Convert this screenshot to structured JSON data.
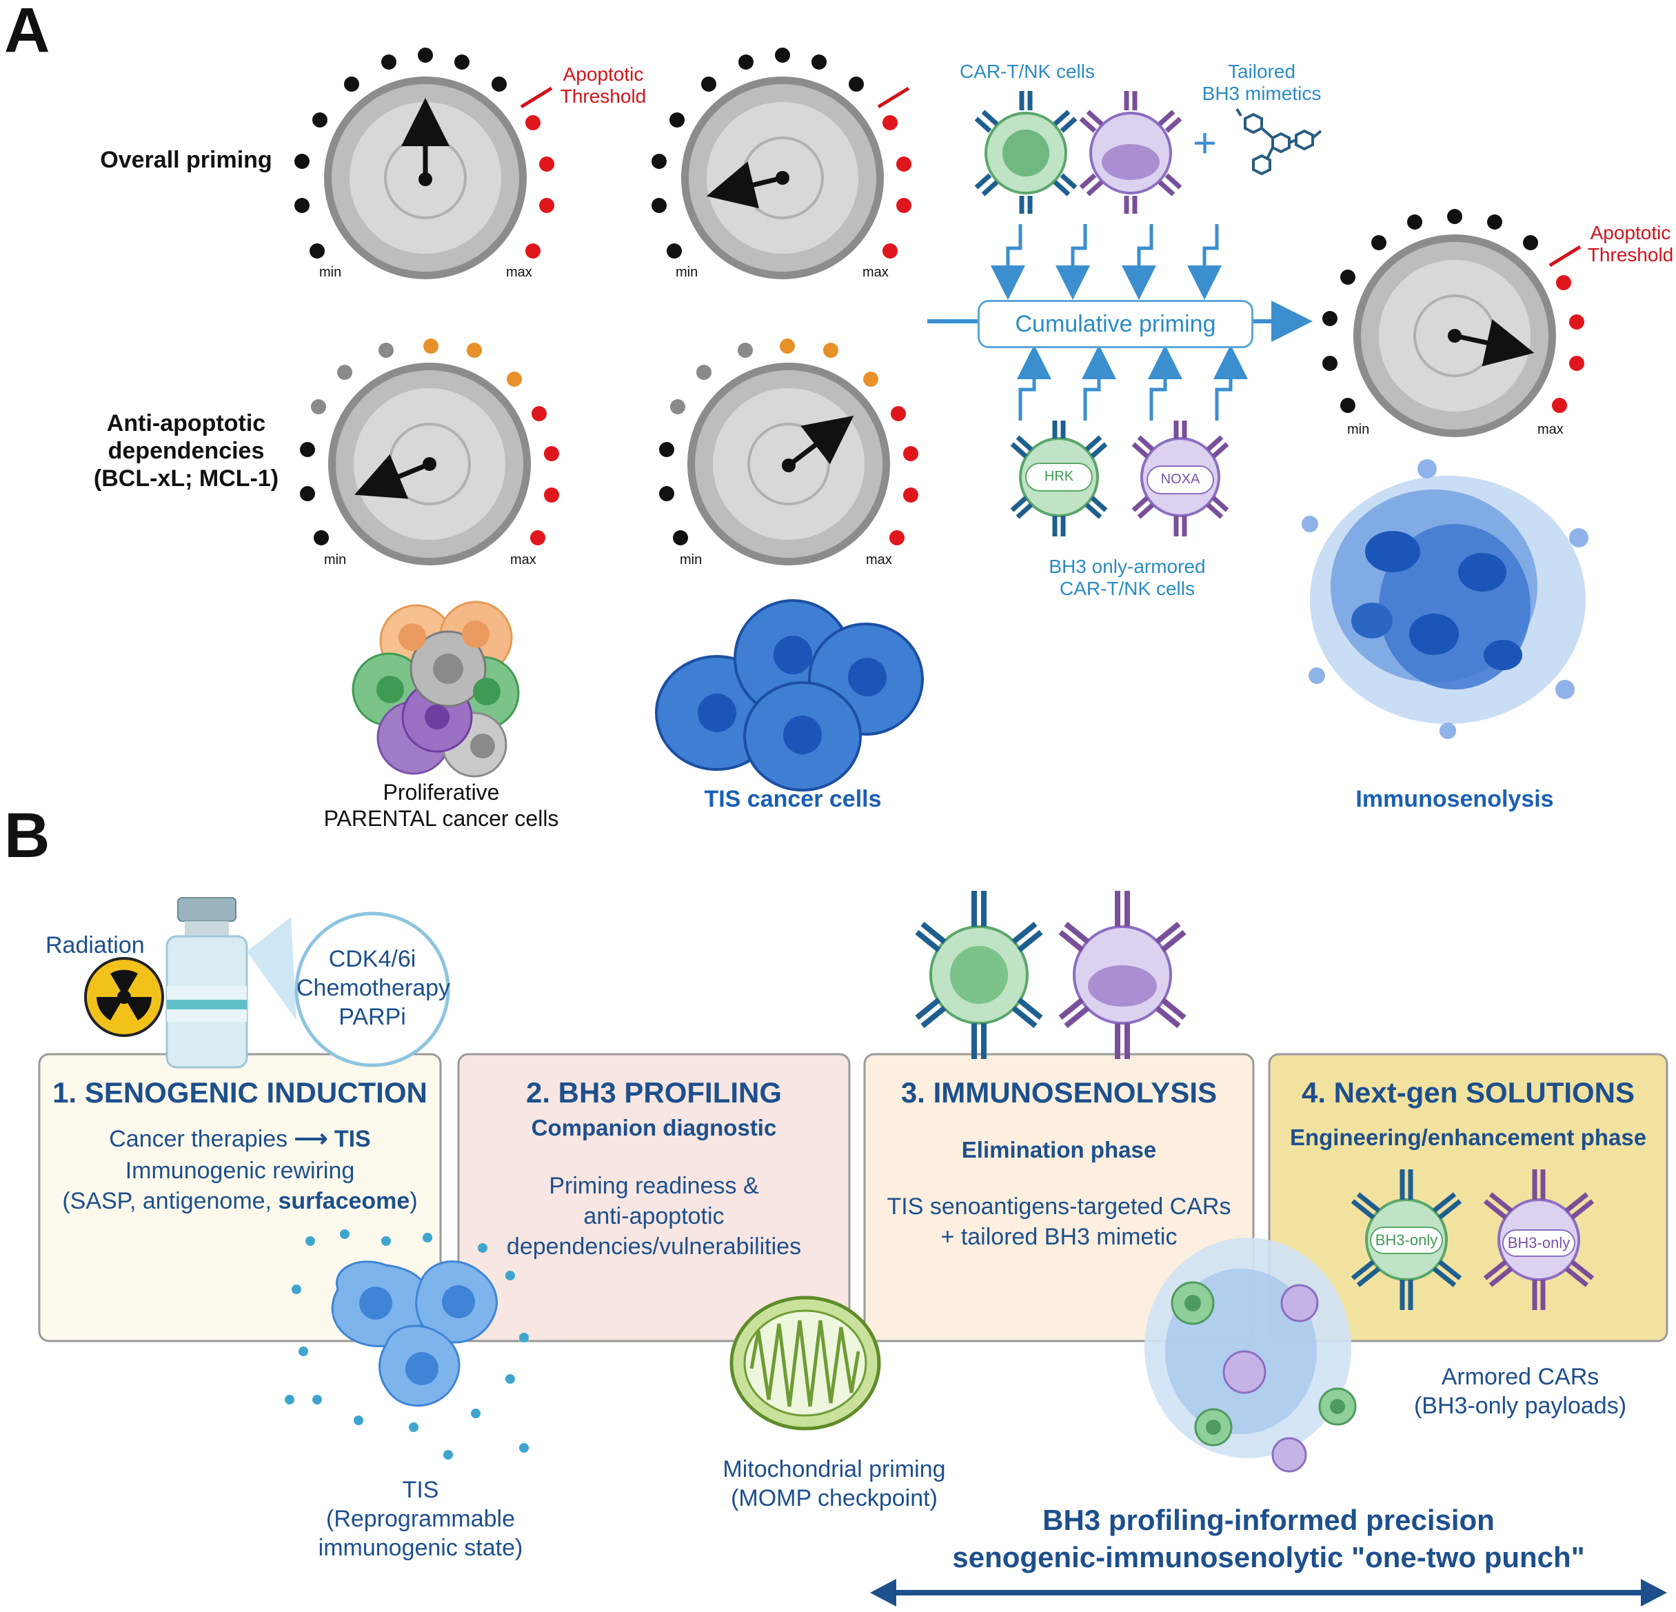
{
  "panelA": {
    "letter": "A",
    "row1_label": "Overall priming",
    "row2_label": [
      "Anti-apoptotic",
      "dependencies",
      "(BCL-xL; MCL-1)"
    ],
    "threshold_label": [
      "Apoptotic",
      "Threshold"
    ],
    "min_label": "min",
    "max_label": "max",
    "car_label": "CAR-T/NK cells",
    "mimetics_label": [
      "Tailored",
      "BH3 mimetics"
    ],
    "plus_sign": "+",
    "cumulative_label": "Cumulative priming",
    "hrk_label": "HRK",
    "noxa_label": "NOXA",
    "armored_label": [
      "BH3 only-armored",
      "CAR-T/NK cells"
    ],
    "parental_label": [
      "Proliferative",
      "PARENTAL cancer cells"
    ],
    "tis_label": "TIS cancer cells",
    "immuno_label": "Immunosenolysis"
  },
  "panelB": {
    "letter": "B",
    "radiation_label": "Radiation",
    "bubble_lines": [
      "CDK4/6i",
      "Chemotherapy",
      "PARPi"
    ],
    "stage1": {
      "title": "1. SENOGENIC INDUCTION",
      "therapies": "Cancer therapies",
      "tis": "TIS",
      "line2": "Immunogenic rewiring",
      "line3_pre": "(SASP, antigenome, ",
      "line3_bold": "surfaceome",
      "line3_post": ")"
    },
    "stage2": {
      "title": "2. BH3 PROFILING",
      "subtitle": "Companion diagnostic",
      "body": [
        "Priming readiness &",
        "anti-apoptotic",
        "dependencies/vulnerabilities"
      ]
    },
    "stage3": {
      "title": "3. IMMUNOSENOLYSIS",
      "subtitle": "Elimination phase",
      "body": [
        "TIS senoantigens-targeted CARs",
        "+ tailored BH3 mimetic"
      ]
    },
    "stage4": {
      "title": "4. Next-gen SOLUTIONS",
      "subtitle": "Engineering/enhancement phase",
      "bh3_green": "BH3-only",
      "bh3_purple": "BH3-only"
    },
    "tis_caption": [
      "TIS",
      "(Reprogrammable",
      "immunogenic state)"
    ],
    "mito_caption": [
      "Mitochondrial priming",
      "(MOMP checkpoint)"
    ],
    "armored_caption": [
      "Armored CARs",
      "(BH3-only payloads)"
    ],
    "final_text": [
      "BH3 profiling-informed precision",
      "senogenic-immunosenolytic \"one-two punch\""
    ]
  },
  "colors": {
    "dial_black": "#111111",
    "dial_red": "#e0161d",
    "dial_orange": "#e8902a",
    "dial_gray": "#8a8a8a",
    "accent_blue": "#2b8bc4",
    "dark_blue": "#1d4f8c",
    "stage1_bg": "#fdf9ec",
    "stage2_bg": "#f7e6e2",
    "stage3_bg": "#fcefdf",
    "stage4_bg": "#f2e2a0"
  }
}
